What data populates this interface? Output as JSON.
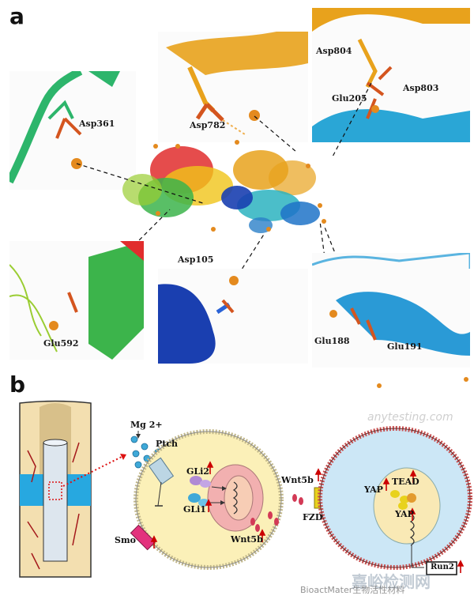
{
  "panel_a": {
    "label": "a",
    "residues": {
      "asp361": "Asp361",
      "asp782": "Asp782",
      "asp804": "Asp804",
      "asp803": "Asp803",
      "glu205": "Glu205",
      "asp105": "Asp105",
      "glu592": "Glu592",
      "glu188": "Glu188",
      "glu191": "Glu191"
    }
  },
  "panel_b": {
    "label": "b",
    "mg": "Mg 2+",
    "ptch": "Ptch",
    "smo": "Smo",
    "gli2": "GLi2",
    "gli1": "GLi1",
    "wnt5b_cell": "Wnt5b",
    "wnt5b_out": "Wnt5b",
    "fzd": "FZD",
    "yap1": "YAP",
    "tead": "TEAD",
    "yap2": "YAP",
    "runx2": "Run2"
  },
  "watermark": {
    "text1": "嘉峪检测网",
    "text2": "anytesting.com",
    "source": "BioactMater生物活性材料"
  },
  "colors": {
    "upregulation_arrow": "#cc0000",
    "mg_ion": "#3fa9d8"
  }
}
